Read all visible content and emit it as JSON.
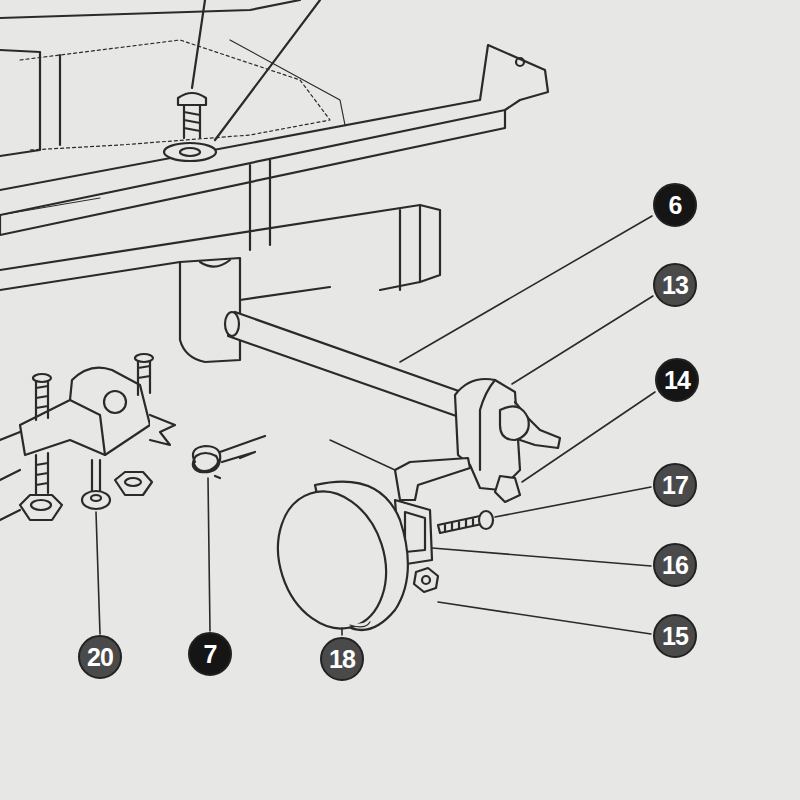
{
  "diagram": {
    "labels": [
      "6",
      "13",
      "14",
      "17",
      "16",
      "15",
      "18",
      "20",
      "7"
    ]
  }
}
